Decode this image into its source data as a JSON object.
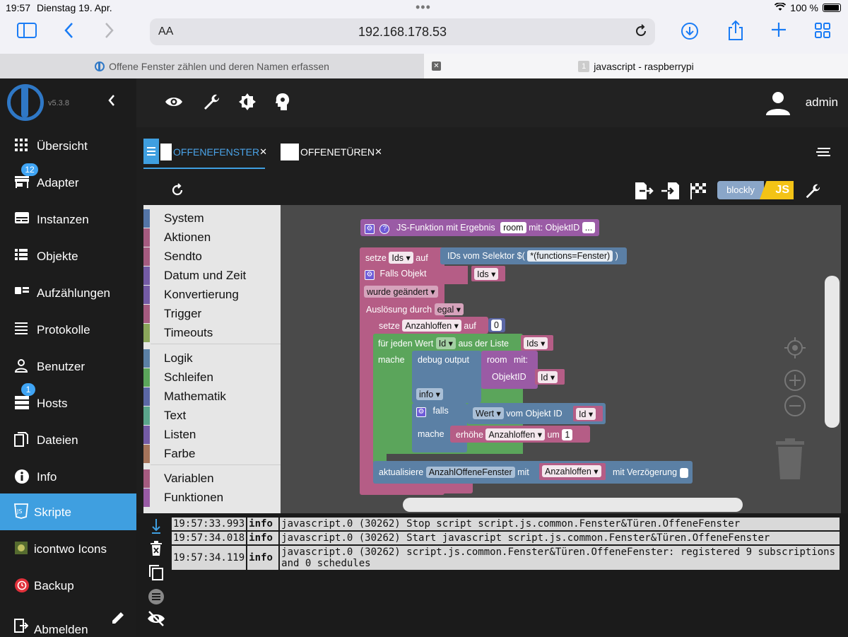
{
  "status_bar": {
    "time": "19:57",
    "date": "Dienstag 19. Apr.",
    "battery": "100 %"
  },
  "browser": {
    "aa": "AA",
    "url": "192.168.178.53",
    "tabs": [
      {
        "label": "Offene Fenster zählen und deren Namen erfassen"
      },
      {
        "badge": "1",
        "label": "javascript - raspberrypi"
      }
    ]
  },
  "sidebar": {
    "version": "v5.3.8",
    "items": [
      {
        "label": "Übersicht",
        "icon": "grid-icon"
      },
      {
        "label": "Adapter",
        "icon": "store-icon",
        "badge": "12"
      },
      {
        "label": "Instanzen",
        "icon": "instances-icon"
      },
      {
        "label": "Objekte",
        "icon": "list-icon"
      },
      {
        "label": "Aufzählungen",
        "icon": "enum-icon"
      },
      {
        "label": "Protokolle",
        "icon": "log-icon"
      },
      {
        "label": "Benutzer",
        "icon": "user-icon"
      },
      {
        "label": "Hosts",
        "icon": "hosts-icon",
        "badge": "1"
      },
      {
        "label": "Dateien",
        "icon": "files-icon"
      },
      {
        "label": "Info",
        "icon": "info-icon"
      },
      {
        "label": "Skripte",
        "icon": "js-icon"
      },
      {
        "label": "icontwo Icons",
        "icon": "icontwo-icon"
      },
      {
        "label": "Backup",
        "icon": "backup-icon"
      },
      {
        "label": "Abmelden",
        "icon": "logout-icon"
      }
    ]
  },
  "header": {
    "user": "admin"
  },
  "script_tabs": [
    {
      "label": "OFFENEFENSTER",
      "close": "✕"
    },
    {
      "label": "OFFENETÜREN",
      "close": "✕"
    }
  ],
  "toolbar": {
    "blockly": "blockly",
    "js": "JS"
  },
  "toolbox": {
    "group1": [
      "System",
      "Aktionen",
      "Sendto",
      "Datum und Zeit",
      "Konvertierung",
      "Trigger",
      "Timeouts"
    ],
    "group2": [
      "Logik",
      "Schleifen",
      "Mathematik",
      "Text",
      "Listen",
      "Farbe"
    ],
    "group3": [
      "Variablen",
      "Funktionen"
    ]
  },
  "blocks": {
    "func_label": "JS-Funktion mit Ergebnis",
    "func_param": "room",
    "func_with": "mit: ObjektID",
    "func_dots": "...",
    "set": "setze",
    "ids": "Ids",
    "auf": "auf",
    "selector": "IDs vom Selektor $(",
    "selector_val": "*(functions=Fenster)",
    "selector_close": ")",
    "if_object": "Falls Objekt",
    "changed": "wurde geändert",
    "trigger_by": "Auslösung durch",
    "egal": "egal",
    "anzahl": "Anzahloffen",
    "zero": "0",
    "foreach": "für jeden Wert",
    "id": "Id",
    "from_list": "aus der Liste",
    "mache": "mache",
    "debug": "debug output",
    "room": "room",
    "mit": "mit:",
    "objektid": "ObjektID",
    "info": "info",
    "falls": "falls",
    "wert": "Wert",
    "vom_objekt": "vom Objekt ID",
    "erhoehe": "erhöhe",
    "um": "um",
    "one": "1",
    "update": "aktualisiere",
    "target": "AnzahlOffeneFenster",
    "mit2": "mit",
    "delay": "mit Verzögerung"
  },
  "log": [
    {
      "time": "19:57:33.993",
      "level": "info",
      "msg": "javascript.0 (30262) Stop script script.js.common.Fenster&Türen.OffeneFenster"
    },
    {
      "time": "19:57:34.018",
      "level": "info",
      "msg": "javascript.0 (30262) Start javascript script.js.common.Fenster&Türen.OffeneFenster"
    },
    {
      "time": "19:57:34.119",
      "level": "info",
      "msg": "javascript.0 (30262) script.js.common.Fenster&Türen.OffeneFenster: registered 9 subscriptions and 0 schedules"
    }
  ],
  "colors": {
    "accent": "#3f9fe0",
    "sidebar_bg": "#1c1c1c",
    "header_bg": "#222222"
  }
}
